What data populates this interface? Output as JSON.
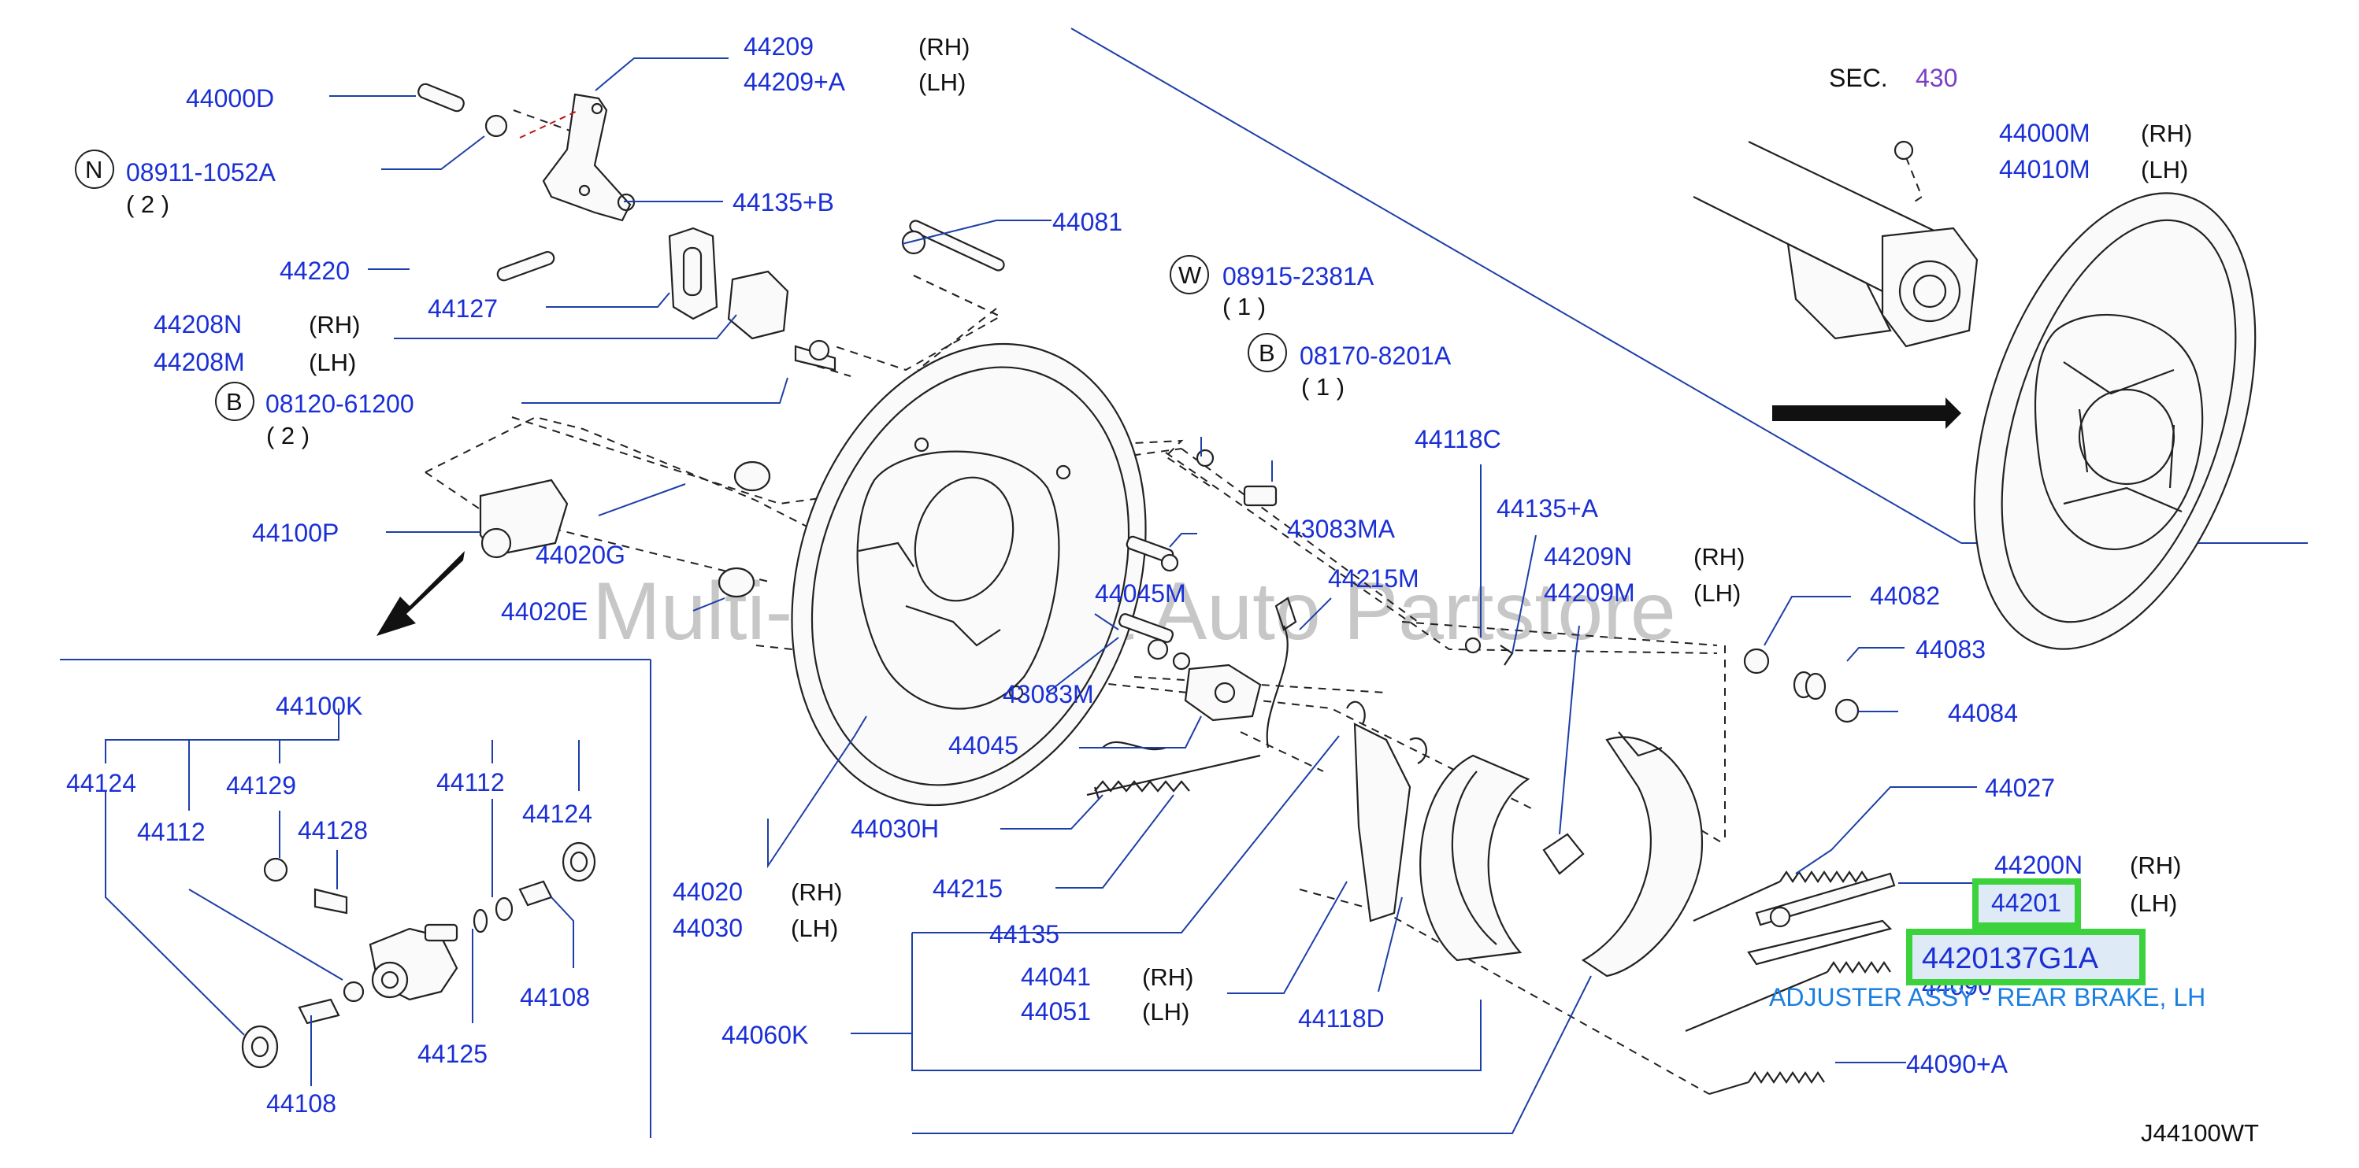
{
  "diagram": {
    "diagram_code": "J44100WT",
    "watermark": "Multi-Merchant Auto Partstore",
    "section_ref": {
      "label": "SEC.",
      "number": "430"
    },
    "callouts": {
      "b1": "B",
      "b2": "B",
      "n": "N",
      "w": "W"
    },
    "parts": {
      "p44000D": "44000D",
      "p08911": "08911-1052A",
      "q08911": "( 2 )",
      "p44209": "44209",
      "p44209A": "44209+A",
      "p44135B": "44135+B",
      "p44081": "44081",
      "p44220": "44220",
      "p44127": "44127",
      "p44208N": "44208N",
      "p44208M": "44208M",
      "p08120": "08120-61200",
      "q08120": "( 2 )",
      "p08915": "08915-2381A",
      "q08915": "( 1 )",
      "p08170": "08170-8201A",
      "q08170": "( 1 )",
      "p44000M": "44000M",
      "p44010M": "44010M",
      "p44118C": "44118C",
      "p44135A": "44135+A",
      "p44209N": "44209N",
      "p44209M": "44209M",
      "p44100P": "44100P",
      "p44020G": "44020G",
      "p43083MA": "43083MA",
      "p44020E": "44020E",
      "p44045M": "44045M",
      "p44215M": "44215M",
      "p44082": "44082",
      "p43083M": "43083M",
      "p44083": "44083",
      "p44084": "44084",
      "p44045": "44045",
      "p44100K": "44100K",
      "p44124a": "44124",
      "p44129": "44129",
      "p44112a": "44112",
      "p44112b": "44112",
      "p44128": "44128",
      "p44124b": "44124",
      "p44108a": "44108",
      "p44125": "44125",
      "p44108b": "44108",
      "p44030H": "44030H",
      "p44027": "44027",
      "p44200N": "44200N",
      "p44201": "44201",
      "p44020": "44020",
      "p44030": "44030",
      "p44215": "44215",
      "p44135": "44135",
      "p44041": "44041",
      "p44051": "44051",
      "p44118D": "44118D",
      "p44060K": "44060K",
      "p44090": "44090",
      "p44090A": "44090+A"
    },
    "sides": {
      "rh": "(RH)",
      "lh": "(LH)"
    },
    "highlight": {
      "part_number": "4420137G1A",
      "caption": "ADJUSTER ASSY - REAR BRAKE, LH"
    }
  }
}
